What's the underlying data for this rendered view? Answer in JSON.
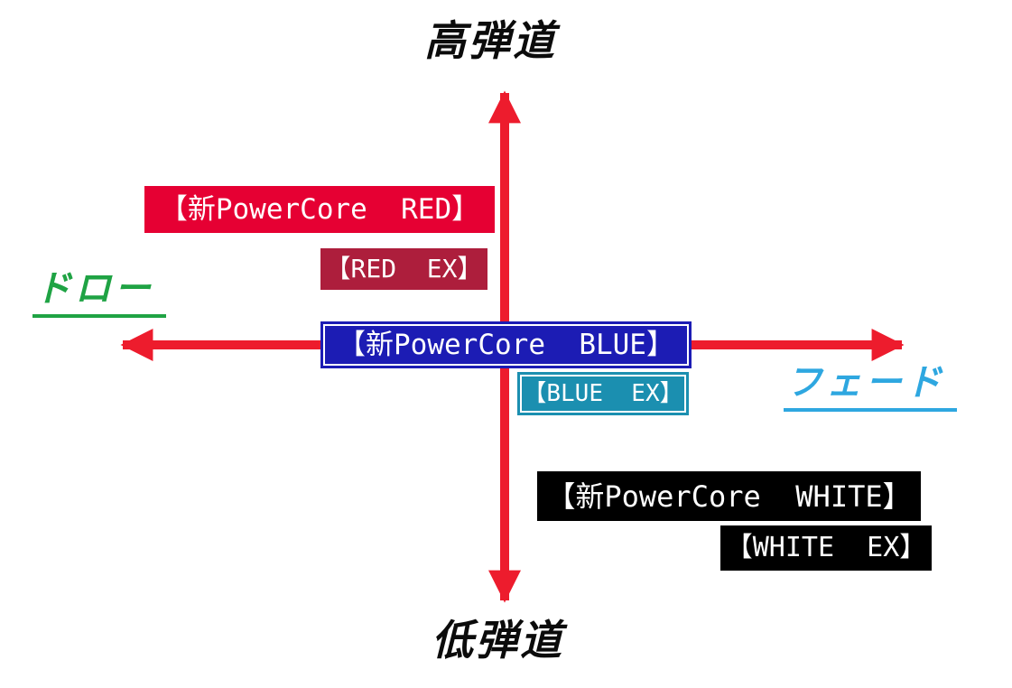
{
  "chart": {
    "type": "quadrant-diagram",
    "description": "Golf shaft trajectory / shot-shape positioning map",
    "y_axis": {
      "top_label": "高弾道",
      "bottom_label": "低弾道"
    },
    "x_axis": {
      "left_label": "ドロー",
      "right_label": "フェード"
    },
    "items": [
      {
        "label": "【新PowerCore  RED】",
        "quadrant": "upper-left",
        "bg_color": "#e60033",
        "text_color": "#ffffff"
      },
      {
        "label": "【RED  EX】",
        "quadrant": "upper-left",
        "bg_color": "#ad1e3c",
        "text_color": "#ffffff"
      },
      {
        "label": "【新PowerCore  BLUE】",
        "quadrant": "center",
        "bg_color": "#1c1cb4",
        "text_color": "#ffffff"
      },
      {
        "label": "【BLUE  EX】",
        "quadrant": "center-right",
        "bg_color": "#1b8fb0",
        "text_color": "#ffffff"
      },
      {
        "label": "【新PowerCore  WHITE】",
        "quadrant": "lower-right",
        "bg_color": "#000000",
        "text_color": "#ffffff"
      },
      {
        "label": "【WHITE  EX】",
        "quadrant": "lower-right",
        "bg_color": "#000000",
        "text_color": "#ffffff"
      }
    ]
  },
  "colors": {
    "arrow_red": "#ed1c2d",
    "axis_left_label_green": "#1fa344",
    "axis_right_label_light_blue": "#2ea7e0",
    "axis_top_bottom_label_black": "#0b0b0b",
    "background": "#ffffff"
  }
}
